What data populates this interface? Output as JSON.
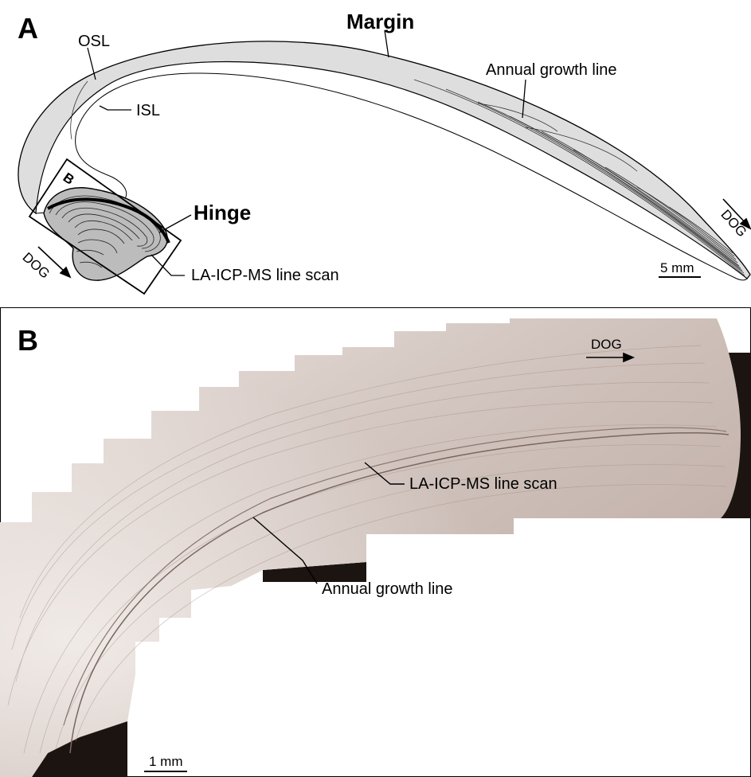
{
  "panel_a": {
    "letter": "A",
    "labels": {
      "osl": "OSL",
      "isl": "ISL",
      "margin": "Margin",
      "annual_growth_line": "Annual growth line",
      "hinge": "Hinge",
      "line_scan": "LA-ICP-MS line scan",
      "box_b": "B",
      "dog_left": "DOG",
      "dog_right": "DOG",
      "scale": "5 mm"
    }
  },
  "panel_b": {
    "letter": "B",
    "labels": {
      "dog": "DOG",
      "line_scan": "LA-ICP-MS line scan",
      "annual_growth_line": "Annual growth line",
      "scale": "1 mm"
    }
  },
  "colors": {
    "shell_layer_fill": "#dedede",
    "hinge_fill": "#bcbcbc",
    "photo_base": "#c9b9b3",
    "photo_light": "#ece4e0",
    "photo_background": "#1c1410"
  }
}
